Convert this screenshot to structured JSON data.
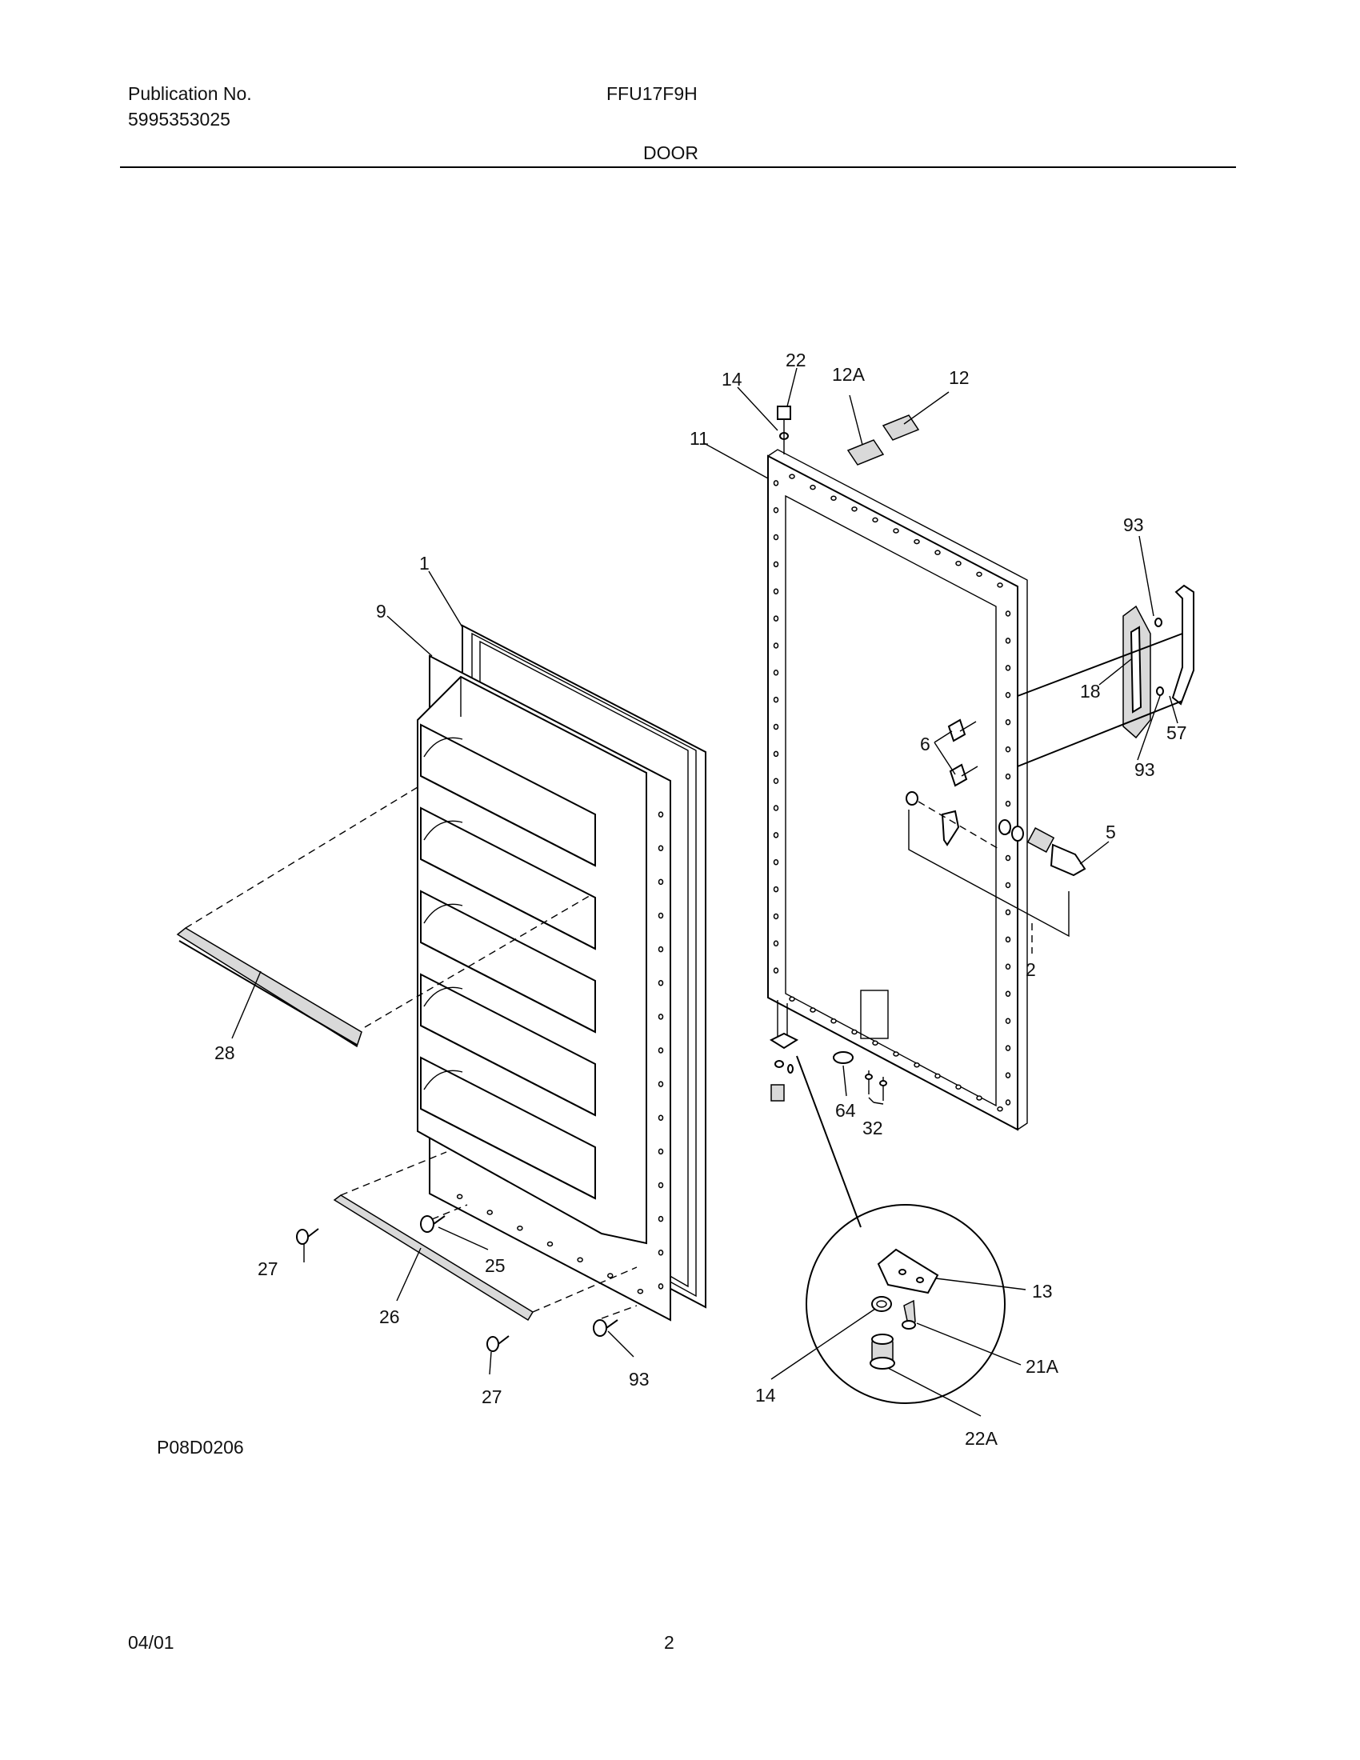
{
  "header": {
    "publication_label": "Publication No.",
    "publication_number": "5995353025",
    "model": "FFU17F9H",
    "section_title": "DOOR"
  },
  "diagram": {
    "figure_id": "P08D0206",
    "callouts": {
      "c1": "1",
      "c9": "9",
      "c11": "11",
      "c12": "12",
      "c12a": "12A",
      "c14_top": "14",
      "c22": "22",
      "c93_top": "93",
      "c18": "18",
      "c57": "57",
      "c93_mid": "93",
      "c6": "6",
      "c5": "5",
      "c2": "2",
      "c64": "64",
      "c32": "32",
      "c28": "28",
      "c27_a": "27",
      "c25": "25",
      "c26": "26",
      "c27_b": "27",
      "c93_bottom": "93",
      "c13": "13",
      "c21a": "21A",
      "c14_detail": "14",
      "c22a": "22A"
    }
  },
  "footer": {
    "date": "04/01",
    "page_number": "2"
  }
}
